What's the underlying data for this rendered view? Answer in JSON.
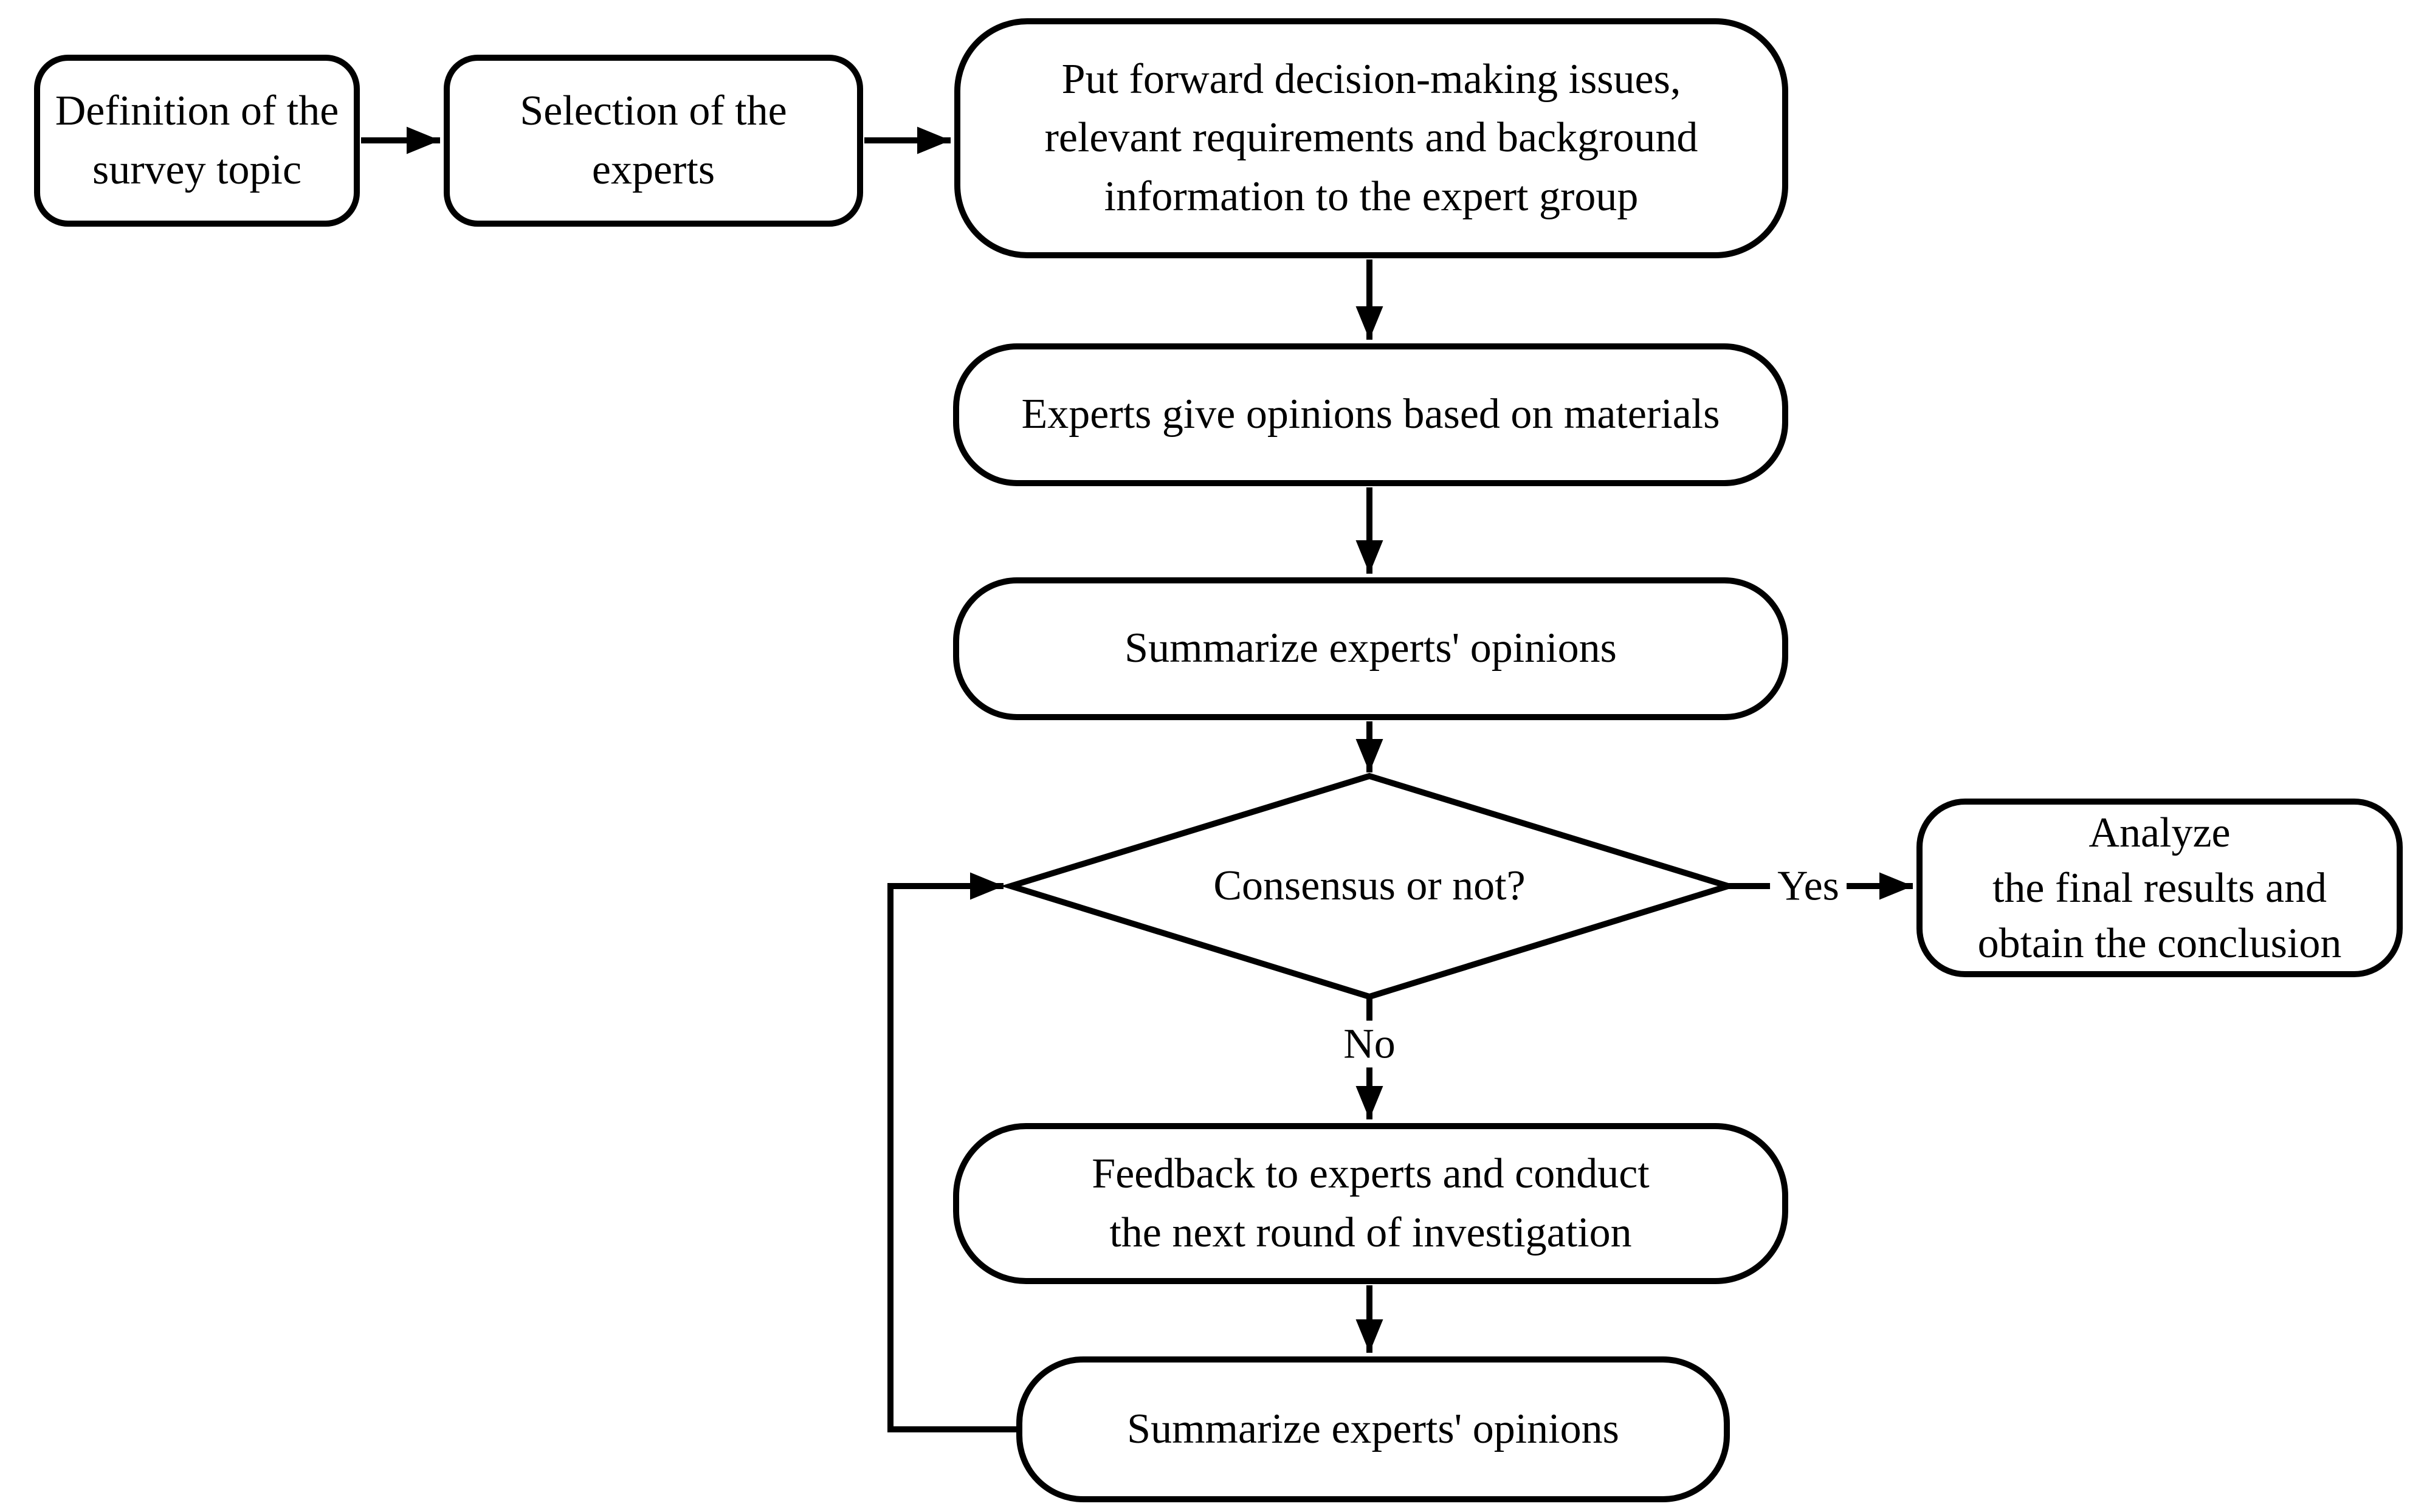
{
  "colors": {
    "stroke": "#000000",
    "fill": "#ffffff",
    "background": "#ffffff"
  },
  "nodes": {
    "definition": {
      "lines": [
        "Definition of the",
        "survey topic"
      ]
    },
    "selection": {
      "lines": [
        "Selection of the",
        "experts"
      ]
    },
    "put_forward": {
      "lines": [
        "Put forward decision-making issues,",
        "relevant requirements and background",
        "information to the expert group"
      ]
    },
    "opinions": {
      "lines": [
        "Experts give opinions based on materials"
      ]
    },
    "summarize1": {
      "lines": [
        "Summarize experts' opinions"
      ]
    },
    "consensus": {
      "lines": [
        "Consensus or not?"
      ]
    },
    "analyze": {
      "lines": [
        "Analyze",
        "the final results and",
        "obtain the conclusion"
      ]
    },
    "feedback": {
      "lines": [
        "Feedback to experts and conduct",
        "the next round of investigation"
      ]
    },
    "summarize2": {
      "lines": [
        "Summarize experts' opinions"
      ]
    }
  },
  "edge_labels": {
    "yes": "Yes",
    "no": "No"
  }
}
